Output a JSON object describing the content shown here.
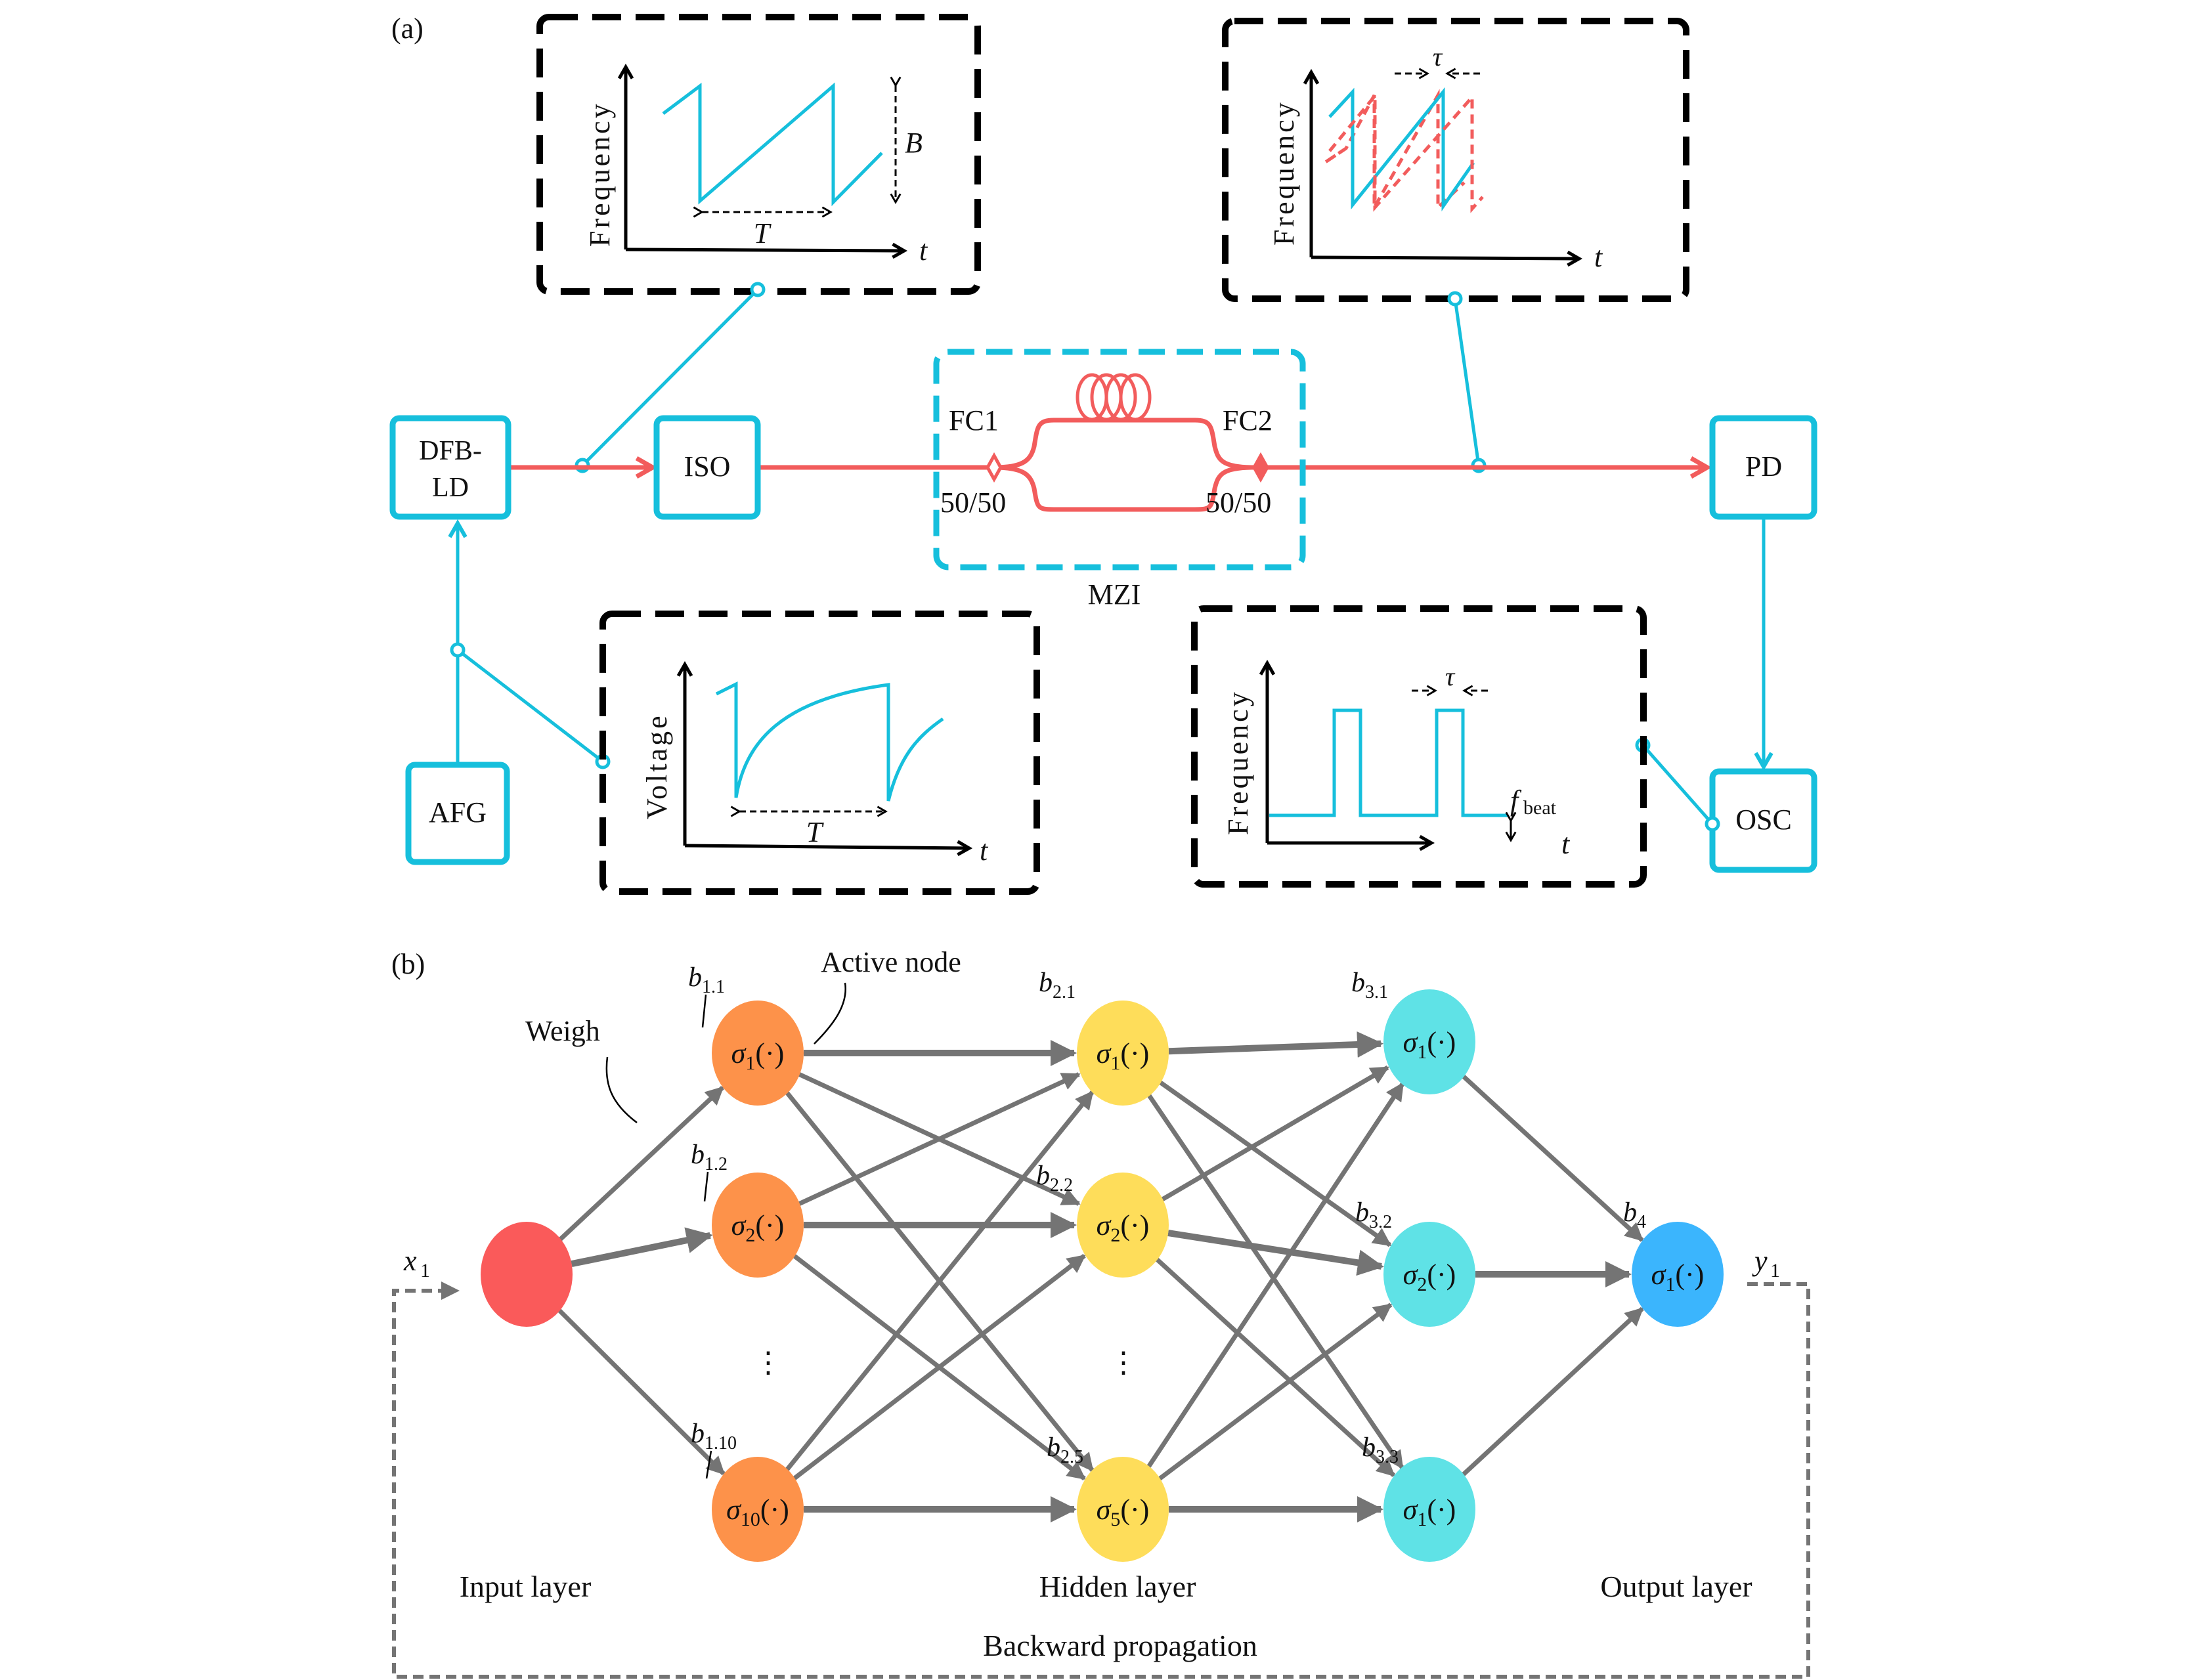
{
  "colors": {
    "cyan": "#16bfdc",
    "red": "#f25c5c",
    "black": "#000000",
    "gray": "#747474",
    "input_node": "#fa5a5a",
    "layer1_node": "#fd924a",
    "layer2_node": "#fedd5a",
    "layer3_node": "#5fe2e6",
    "output_node": "#3bb5fd"
  },
  "panel_a": {
    "label": "(a)",
    "components": {
      "dfb": {
        "line1": "DFB-",
        "line2": "LD"
      },
      "iso": "ISO",
      "mzi": "MZI",
      "fc1": "FC1",
      "fc2": "FC2",
      "split1": "50/50",
      "split2": "50/50",
      "pd": "PD",
      "osc": "OSC",
      "afg": "AFG"
    },
    "insets": {
      "laser_freq": {
        "ylabel": "Frequency",
        "xlabel": "t",
        "period": "T",
        "bandwidth": "B"
      },
      "delayed_freq": {
        "ylabel": "Frequency",
        "xlabel": "t",
        "delay": "τ"
      },
      "drive_voltage": {
        "ylabel": "Voltage",
        "xlabel": "t",
        "period": "T"
      },
      "beat_freq": {
        "ylabel": "Frequency",
        "xlabel": "t",
        "delay": "τ",
        "fbeat_main": "f",
        "fbeat_sub": "beat"
      }
    }
  },
  "panel_b": {
    "label": "(b)",
    "annotations": {
      "weigh": "Weigh",
      "active_node": "Active node"
    },
    "input": {
      "label": "x",
      "sub": "1"
    },
    "output": {
      "label": "y",
      "sub": "1"
    },
    "layer1": [
      {
        "sigma_sub": "1",
        "bias": "b",
        "bias_sub": "1.1"
      },
      {
        "sigma_sub": "2",
        "bias": "b",
        "bias_sub": "1.2"
      },
      {
        "sigma_sub": "10",
        "bias": "b",
        "bias_sub": "1.10"
      }
    ],
    "layer2": [
      {
        "sigma_sub": "1",
        "bias": "b",
        "bias_sub": "2.1"
      },
      {
        "sigma_sub": "2",
        "bias": "b",
        "bias_sub": "2.2"
      },
      {
        "sigma_sub": "5",
        "bias": "b",
        "bias_sub": "2.5"
      }
    ],
    "layer3": [
      {
        "sigma_sub": "1",
        "bias": "b",
        "bias_sub": "3.1"
      },
      {
        "sigma_sub": "2",
        "bias": "b",
        "bias_sub": "3.2"
      },
      {
        "sigma_sub": "1",
        "bias": "b",
        "bias_sub": "3.3"
      }
    ],
    "output_node": {
      "sigma_sub": "1",
      "bias": "b",
      "bias_sub": "4"
    },
    "sigma": "σ",
    "arg": "(·)",
    "ellipsis": "⋮",
    "layer_labels": {
      "input": "Input layer",
      "hidden": "Hidden layer",
      "output": "Output layer"
    },
    "loop_label": "Backward propagation"
  }
}
